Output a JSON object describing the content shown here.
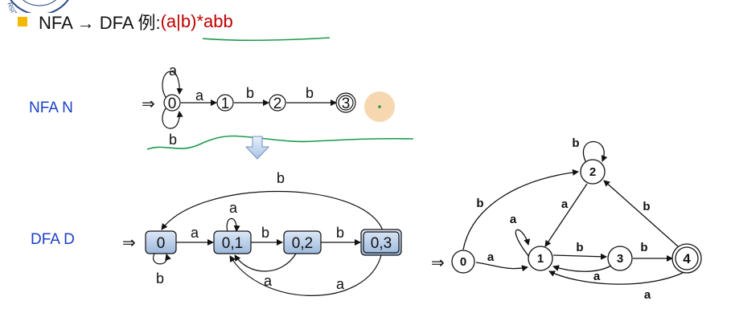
{
  "title": {
    "bullet_color": "#f5b800",
    "prefix": "NFA → DFA 例:",
    "regex": "(a|b)*abb"
  },
  "labels": {
    "nfa": "NFA N",
    "dfa": "DFA D"
  },
  "nfa": {
    "start_arrow": "⇒",
    "states": [
      "0",
      "1",
      "2",
      "3"
    ],
    "accepting": [
      "3"
    ],
    "transitions": [
      {
        "from": "0",
        "to": "0",
        "label": "a"
      },
      {
        "from": "0",
        "to": "0",
        "label": "b"
      },
      {
        "from": "0",
        "to": "1",
        "label": "a"
      },
      {
        "from": "1",
        "to": "2",
        "label": "b"
      },
      {
        "from": "2",
        "to": "3",
        "label": "b"
      }
    ]
  },
  "dfa": {
    "start_arrow": "⇒",
    "states": [
      "0",
      "0,1",
      "0,2",
      "0,3"
    ],
    "accepting": [
      "0,3"
    ],
    "transitions": [
      {
        "from": "0",
        "to": "0",
        "label": "b"
      },
      {
        "from": "0",
        "to": "0,1",
        "label": "a"
      },
      {
        "from": "0,1",
        "to": "0,1",
        "label": "a"
      },
      {
        "from": "0,1",
        "to": "0,2",
        "label": "b"
      },
      {
        "from": "0,2",
        "to": "0,3",
        "label": "b"
      },
      {
        "from": "0,2",
        "to": "0,1",
        "label": "a"
      },
      {
        "from": "0,3",
        "to": "0,1",
        "label": "a"
      },
      {
        "from": "0,3",
        "to": "0",
        "label": "b"
      }
    ]
  },
  "min_dfa": {
    "start_arrow": "⇒",
    "states": [
      "0",
      "1",
      "2",
      "3",
      "4"
    ],
    "accepting": [
      "4"
    ],
    "transitions": [
      {
        "from": "0",
        "to": "1",
        "label": "a"
      },
      {
        "from": "0",
        "to": "2",
        "label": "b"
      },
      {
        "from": "1",
        "to": "1",
        "label": "a"
      },
      {
        "from": "1",
        "to": "3",
        "label": "b"
      },
      {
        "from": "2",
        "to": "2",
        "label": "b"
      },
      {
        "from": "2",
        "to": "1",
        "label": "a"
      },
      {
        "from": "3",
        "to": "4",
        "label": "b"
      },
      {
        "from": "3",
        "to": "1",
        "label": "a"
      },
      {
        "from": "4",
        "to": "2",
        "label": "b"
      },
      {
        "from": "4",
        "to": "1",
        "label": "a"
      }
    ]
  },
  "logo": {
    "text": "RSITY OF SCIENCE"
  }
}
